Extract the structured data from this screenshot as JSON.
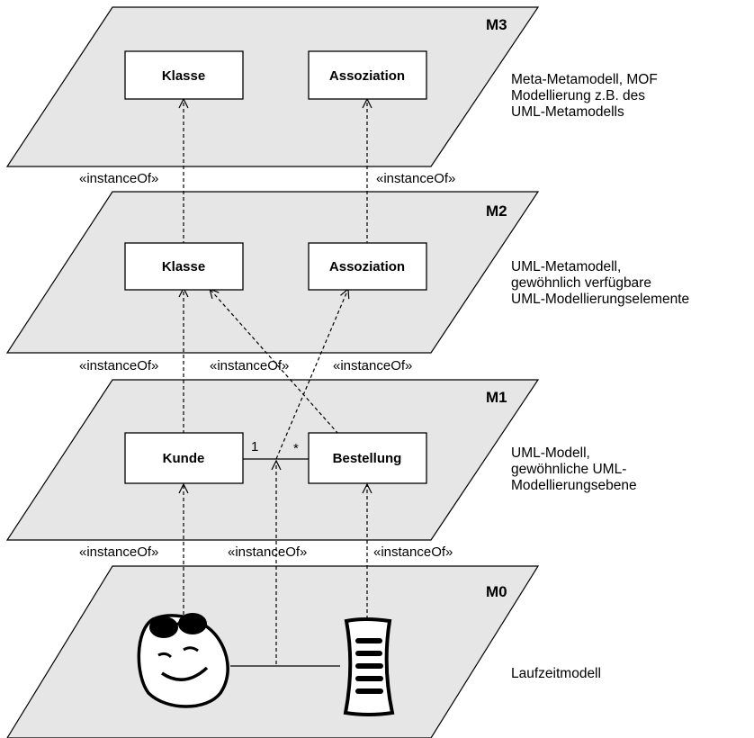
{
  "layers": {
    "m3": {
      "label": "M3",
      "class_box": "Klasse",
      "assoc_box": "Assoziation",
      "description": [
        "Meta-Metamodell, MOF",
        "Modellierung z.B. des",
        "UML-Metamodells"
      ]
    },
    "m2": {
      "label": "M2",
      "class_box": "Klasse",
      "assoc_box": "Assoziation",
      "description": [
        "UML-Metamodell,",
        "gewöhnlich verfügbare",
        "UML-Modellierungselemente"
      ]
    },
    "m1": {
      "label": "M1",
      "left_box": "Kunde",
      "right_box": "Bestellung",
      "mult_left": "1",
      "mult_right": "*",
      "description": [
        "UML-Modell,",
        "gewöhnliche UML-",
        "Modellierungsebene"
      ]
    },
    "m0": {
      "label": "M0",
      "description": [
        "Laufzeitmodell"
      ],
      "left_icon": "smiling-face-sunglasses-icon",
      "right_icon": "document-icon"
    }
  },
  "instance_of": "«instanceOf»"
}
